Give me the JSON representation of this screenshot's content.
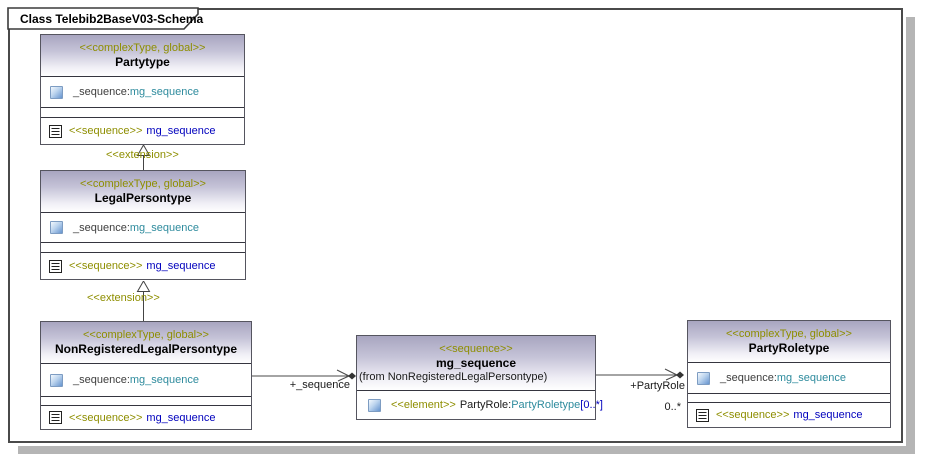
{
  "frame": {
    "title": "Class Telebib2BaseV03-Schema"
  },
  "colors": {
    "stereotype_olive": "#8E8E00",
    "type_ref_teal": "#2E8B9D",
    "element_ref_blue": "#0000BD",
    "header_gradient_top": "#A8A5C0",
    "frame_shadow": "#B5B5B5"
  },
  "classes": {
    "partytype": {
      "stereotype": "<<complexType, global>>",
      "name": "Partytype",
      "attribute": {
        "name": "_sequence:",
        "type": "mg_sequence"
      },
      "sequence": {
        "stereotype": "<<sequence>>",
        "name": "mg_sequence"
      }
    },
    "legal_persontype": {
      "stereotype": "<<complexType, global>>",
      "name": "LegalPersontype",
      "attribute": {
        "name": "_sequence:",
        "type": "mg_sequence"
      },
      "sequence": {
        "stereotype": "<<sequence>>",
        "name": "mg_sequence"
      }
    },
    "non_registered_legal_persontype": {
      "stereotype": "<<complexType, global>>",
      "name": "NonRegisteredLegalPersontype",
      "attribute": {
        "name": "_sequence:",
        "type": "mg_sequence"
      },
      "sequence": {
        "stereotype": "<<sequence>>",
        "name": "mg_sequence"
      }
    },
    "mg_sequence": {
      "stereotype": "<<sequence>>",
      "name": "mg_sequence",
      "from": "(from NonRegisteredLegalPersontype)",
      "element": {
        "stereotype": "<<element>>",
        "name": "PartyRole:",
        "type": "PartyRoletype",
        "cardinality": "[0..*]"
      }
    },
    "party_roletype": {
      "stereotype": "<<complexType, global>>",
      "name": "PartyRoletype",
      "attribute": {
        "name": "_sequence:",
        "type": "mg_sequence"
      },
      "sequence": {
        "stereotype": "<<sequence>>",
        "name": "mg_sequence"
      }
    }
  },
  "connectors": {
    "extension_to_partytype": {
      "label": "<<extension>>"
    },
    "extension_to_legal_persontype": {
      "label": "<<extension>>"
    },
    "association_sequence": {
      "role": "+_sequence"
    },
    "association_party_role": {
      "role": "+PartyRole",
      "multiplicity": "0..*"
    }
  }
}
